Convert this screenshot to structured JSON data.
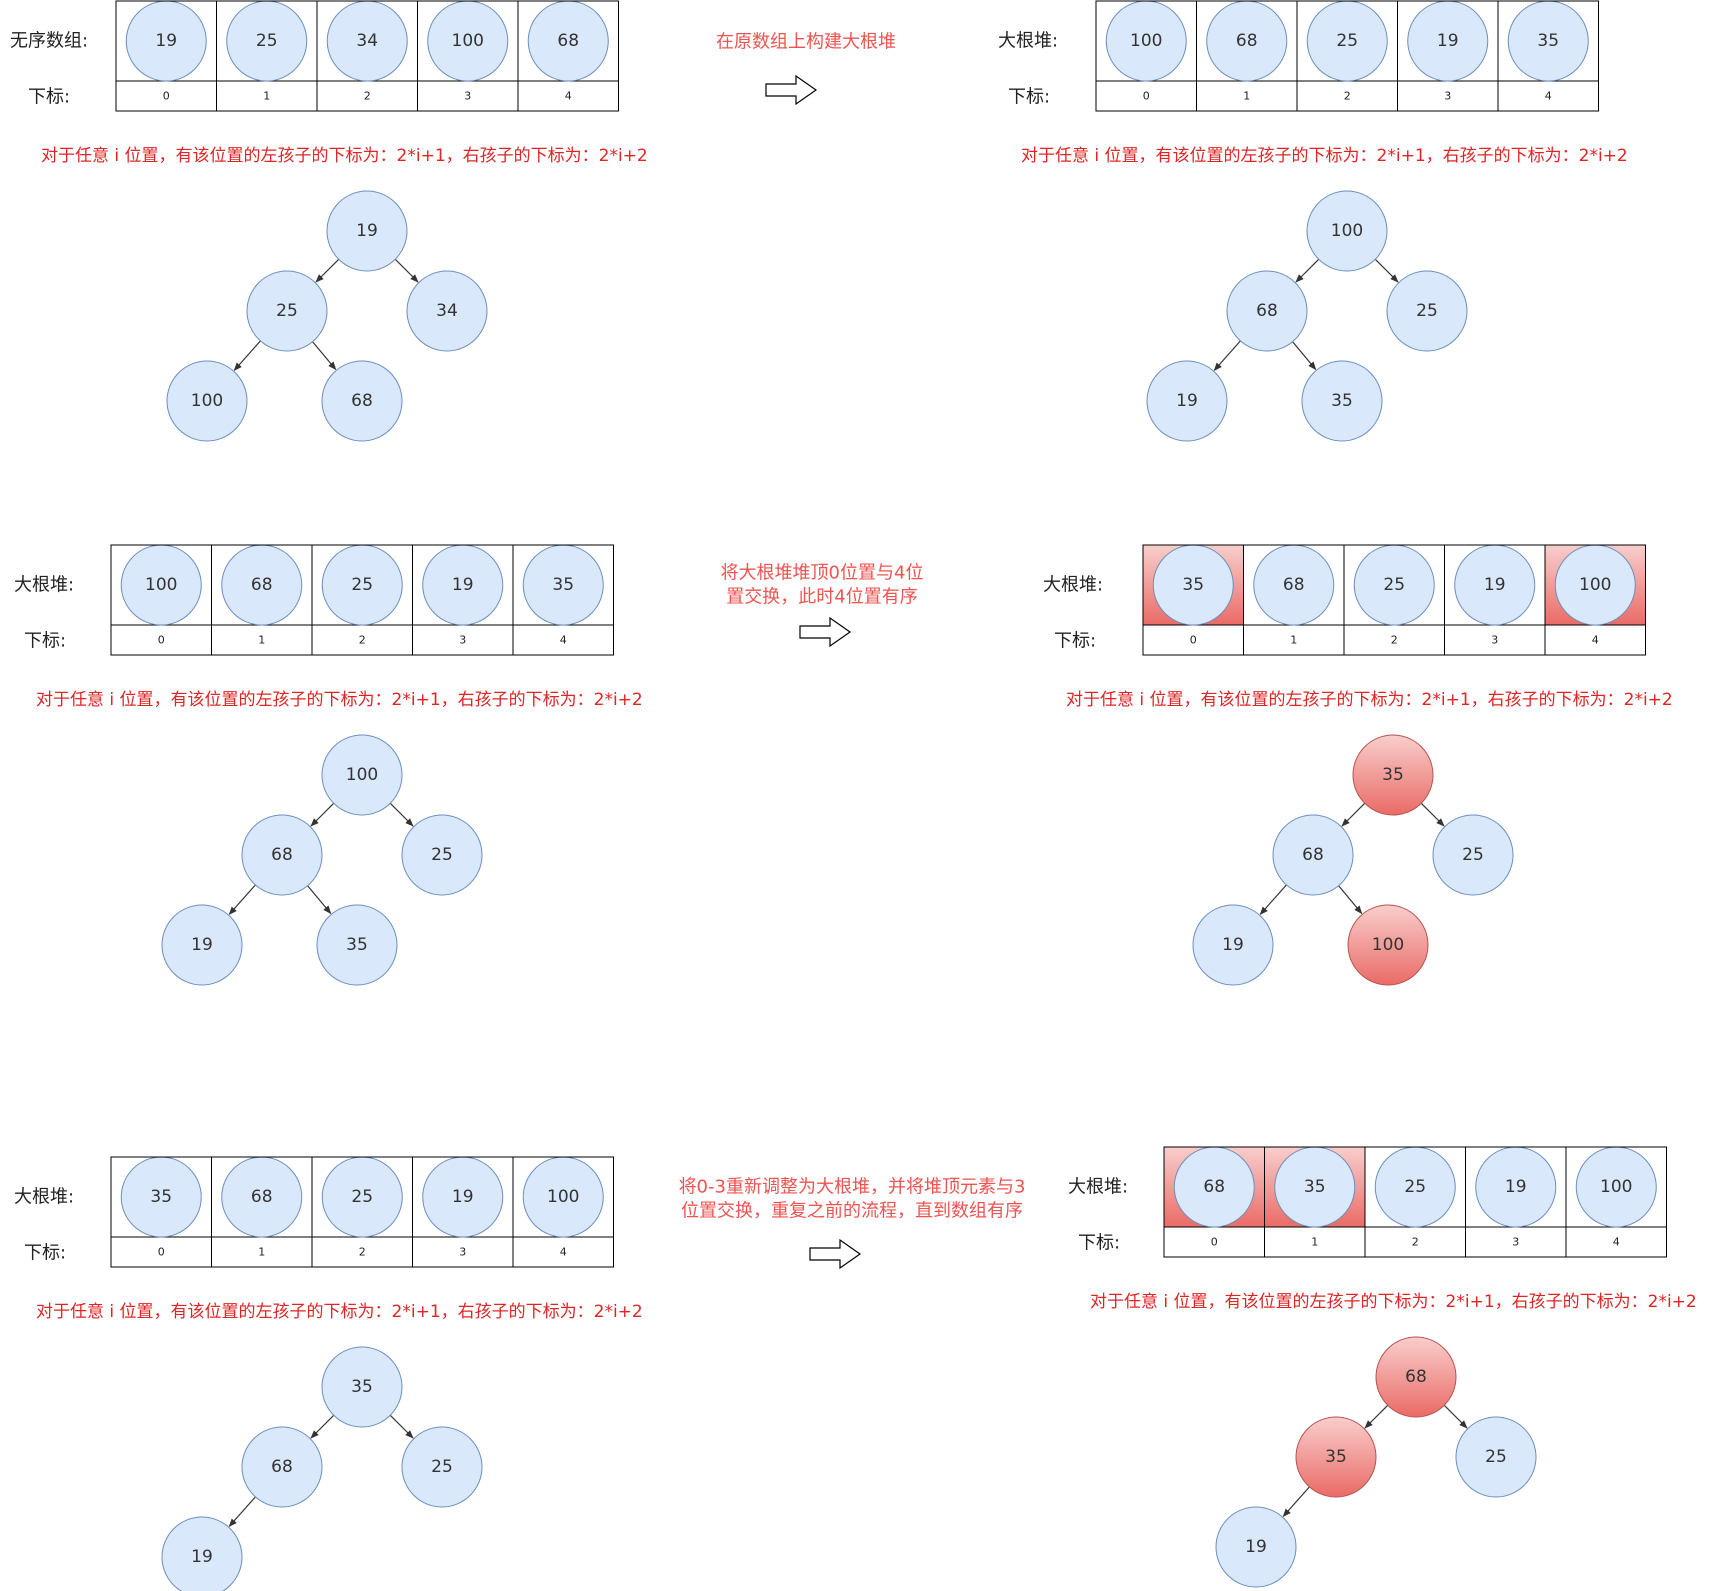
{
  "colors": {
    "node_fill": "#dae8fc",
    "node_stroke": "#6c8ebf",
    "highlight_top": "#f8cecc",
    "highlight_bottom": "#ea6b66",
    "highlight_stroke": "#b85450",
    "note_red": "#e02424",
    "mid_red": "#ef5350",
    "edge": "#333333"
  },
  "note_text": "对于任意 i 位置，有该位置的左孩子的下标为：2*i+1，右孩子的下标为：2*i+2",
  "index_label": "下标:",
  "panels": [
    {
      "array_label": "无序数组:",
      "values": [
        "19",
        "25",
        "34",
        "100",
        "68"
      ],
      "indices": [
        "0",
        "1",
        "2",
        "3",
        "4"
      ],
      "highlight_cells": [],
      "tree": [
        {
          "value": "19",
          "hl": false
        },
        {
          "value": "25",
          "hl": false
        },
        {
          "value": "34",
          "hl": false
        },
        {
          "value": "100",
          "hl": false
        },
        {
          "value": "68",
          "hl": false
        }
      ]
    },
    {
      "array_label": "大根堆:",
      "values": [
        "100",
        "68",
        "25",
        "19",
        "35"
      ],
      "indices": [
        "0",
        "1",
        "2",
        "3",
        "4"
      ],
      "highlight_cells": [],
      "tree": [
        {
          "value": "100",
          "hl": false
        },
        {
          "value": "68",
          "hl": false
        },
        {
          "value": "25",
          "hl": false
        },
        {
          "value": "19",
          "hl": false
        },
        {
          "value": "35",
          "hl": false
        }
      ]
    },
    {
      "array_label": "大根堆:",
      "values": [
        "100",
        "68",
        "25",
        "19",
        "35"
      ],
      "indices": [
        "0",
        "1",
        "2",
        "3",
        "4"
      ],
      "highlight_cells": [],
      "tree": [
        {
          "value": "100",
          "hl": false
        },
        {
          "value": "68",
          "hl": false
        },
        {
          "value": "25",
          "hl": false
        },
        {
          "value": "19",
          "hl": false
        },
        {
          "value": "35",
          "hl": false
        }
      ]
    },
    {
      "array_label": "大根堆:",
      "values": [
        "35",
        "68",
        "25",
        "19",
        "100"
      ],
      "indices": [
        "0",
        "1",
        "2",
        "3",
        "4"
      ],
      "highlight_cells": [
        0,
        4
      ],
      "tree": [
        {
          "value": "35",
          "hl": true
        },
        {
          "value": "68",
          "hl": false
        },
        {
          "value": "25",
          "hl": false
        },
        {
          "value": "19",
          "hl": false
        },
        {
          "value": "100",
          "hl": true
        }
      ]
    },
    {
      "array_label": "大根堆:",
      "values": [
        "35",
        "68",
        "25",
        "19",
        "100"
      ],
      "indices": [
        "0",
        "1",
        "2",
        "3",
        "4"
      ],
      "highlight_cells": [],
      "tree": [
        {
          "value": "35",
          "hl": false
        },
        {
          "value": "68",
          "hl": false
        },
        {
          "value": "25",
          "hl": false
        },
        {
          "value": "19",
          "hl": false
        }
      ]
    },
    {
      "array_label": "大根堆:",
      "values": [
        "68",
        "35",
        "25",
        "19",
        "100"
      ],
      "indices": [
        "0",
        "1",
        "2",
        "3",
        "4"
      ],
      "highlight_cells": [
        0,
        1
      ],
      "tree": [
        {
          "value": "68",
          "hl": true
        },
        {
          "value": "35",
          "hl": true
        },
        {
          "value": "25",
          "hl": false
        },
        {
          "value": "19",
          "hl": false
        }
      ]
    }
  ],
  "transitions": [
    {
      "lines": [
        "在原数组上构建大根堆"
      ]
    },
    {
      "lines": [
        "将大根堆堆顶0位置与4位",
        "置交换，此时4位置有序"
      ]
    },
    {
      "lines": [
        "将0-3重新调整为大根堆，并将堆顶元素与3",
        "位置交换，重复之前的流程，直到数组有序"
      ]
    }
  ]
}
